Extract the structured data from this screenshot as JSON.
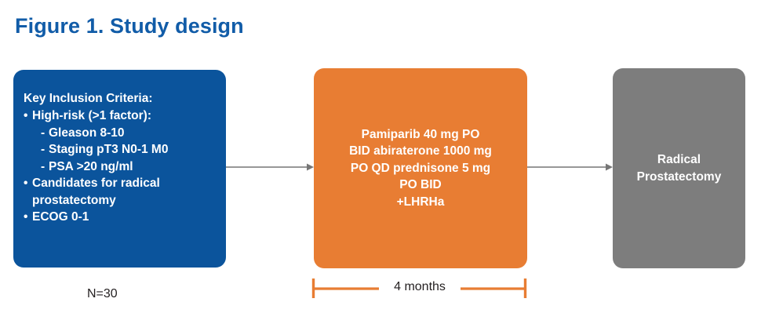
{
  "figure": {
    "title": "Figure 1. Study design",
    "title_color": "#115CA8",
    "background": "#FFFFFF"
  },
  "boxes": {
    "eligibility": {
      "color": "#0B549C",
      "heading": "Key Inclusion Criteria:",
      "criteria": [
        {
          "level": 1,
          "text": "High-risk (>1 factor):"
        },
        {
          "level": 2,
          "text": "Gleason 8-10"
        },
        {
          "level": 2,
          "text": "Staging pT3 N0-1 M0"
        },
        {
          "level": 2,
          "text": "PSA >20 ng/ml"
        },
        {
          "level": 1,
          "text": "Candidates for radical"
        },
        {
          "level": 0,
          "text": "prostatectomy"
        },
        {
          "level": 1,
          "text": "ECOG 0-1"
        }
      ],
      "enrollment_label": "N=30"
    },
    "treatment": {
      "color": "#E87D33",
      "lines": [
        "Pamiparib 40 mg PO",
        "BID abiraterone 1000 mg",
        "PO QD prednisone 5 mg",
        "PO BID",
        "+LHRHa"
      ],
      "duration_label": "4 months"
    },
    "outcome": {
      "color": "#7D7D7D",
      "lines": [
        "Radical",
        "Prostatectomy"
      ]
    }
  },
  "connectors": {
    "arrow_color": "#767676",
    "arrow_1_name": "eligibility-to-treatment",
    "arrow_2_name": "treatment-to-outcome",
    "bracket_color": "#E87D33"
  }
}
